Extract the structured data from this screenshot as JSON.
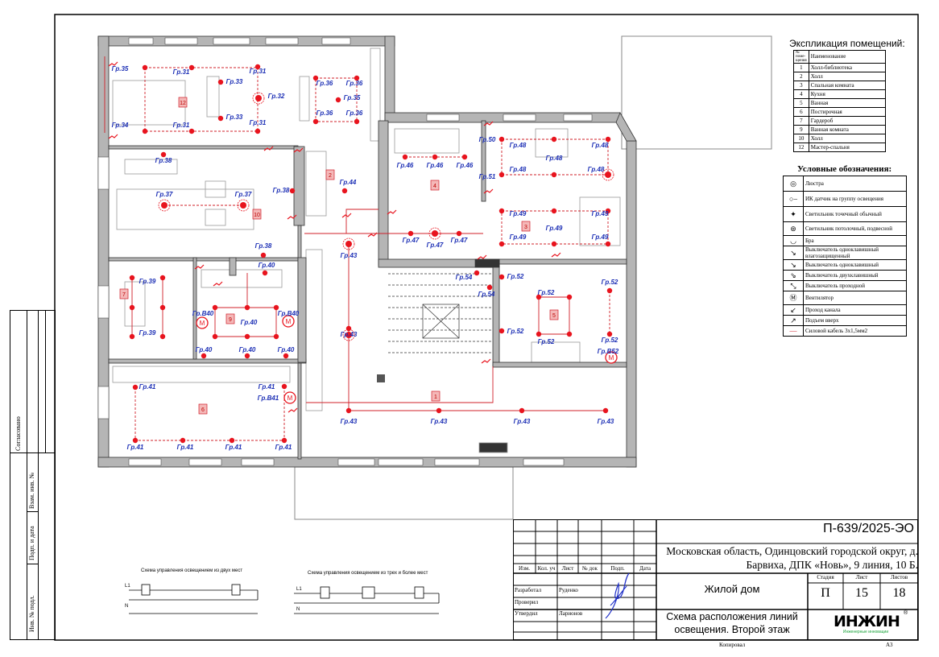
{
  "plan": {
    "room_numbers": [
      "12",
      "10",
      "2",
      "4",
      "3",
      "5",
      "1",
      "7",
      "9",
      "6"
    ],
    "group_labels": [
      "Гр.35",
      "Гр.34",
      "Гр.31",
      "Гр.31",
      "Гр.31",
      "Гр.31",
      "Гр.33",
      "Гр.33",
      "Гр.32",
      "Гр.36",
      "Гр.36",
      "Гр.36",
      "Гр.36",
      "Гр.35",
      "Гр.38",
      "Гр.37",
      "Гр.37",
      "Гр.38",
      "Гр.44",
      "Гр.43",
      "Гр.38",
      "Гр.43",
      "Гр.43",
      "Гр.43",
      "Гр.43",
      "Гр.43",
      "Гр.46",
      "Гр.46",
      "Гр.46",
      "Гр.47",
      "Гр.47",
      "Гр.47",
      "Гр.50",
      "Гр.51",
      "Гр.48",
      "Гр.48",
      "Гр.48",
      "Гр.48",
      "Гр.48",
      "Гр.49",
      "Гр.49",
      "Гр.49",
      "Гр.49",
      "Гр.49",
      "Гр.52",
      "Гр.52",
      "Гр.52",
      "Гр.52",
      "Гр.52",
      "Гр.52",
      "Гр.В52",
      "Гр.54",
      "Гр.54",
      "Гр.39",
      "Гр.39",
      "Гр.40",
      "Гр.В40",
      "Гр.40",
      "Гр.В40",
      "Гр.40",
      "Гр.40",
      "Гр.40",
      "Гр.41",
      "Гр.41",
      "Гр.В41",
      "Гр.41",
      "Гр.41",
      "Гр.41",
      "Гр.41"
    ]
  },
  "explication": {
    "title": "Экспликация помещений:",
    "header_no": "№ поме-щения",
    "header_name": "Наименование",
    "rows": [
      {
        "no": "1",
        "name": "Холл-библиотека"
      },
      {
        "no": "2",
        "name": "Холл"
      },
      {
        "no": "3",
        "name": "Спальная комната"
      },
      {
        "no": "4",
        "name": "Кухня"
      },
      {
        "no": "5",
        "name": "Ванная"
      },
      {
        "no": "6",
        "name": "Постирочная"
      },
      {
        "no": "7",
        "name": "Гардероб"
      },
      {
        "no": "9",
        "name": "Ванная комната"
      },
      {
        "no": "10",
        "name": "Холл"
      },
      {
        "no": "12",
        "name": "Мастер-спальня"
      }
    ]
  },
  "legend": {
    "title": "Условные обозначения:",
    "items": [
      {
        "icon": "chandelier-icon",
        "glyph": "◎",
        "label": "Люстра"
      },
      {
        "icon": "ir-sensor-icon",
        "glyph": "○–",
        "label": "ИК датчик на группу освещения"
      },
      {
        "icon": "spot-light-icon",
        "glyph": "✦",
        "label": "Светильник точечный обычный"
      },
      {
        "icon": "ceiling-light-icon",
        "glyph": "⊛",
        "label": "Светильник потолочный, подвесной"
      },
      {
        "icon": "wall-sconce-icon",
        "glyph": "◡",
        "label": "Бра"
      },
      {
        "icon": "switch-single-sealed-icon",
        "glyph": "↘",
        "label": "Выключатель одноклавишный влагозащищенный"
      },
      {
        "icon": "switch-single-icon",
        "glyph": "↘",
        "label": "Выключатель одноклавишный"
      },
      {
        "icon": "switch-double-icon",
        "glyph": "⇘",
        "label": "Выключатель двухклавишный"
      },
      {
        "icon": "switch-passthrough-icon",
        "glyph": "⤡",
        "label": "Выключатель проходной"
      },
      {
        "icon": "fan-icon",
        "glyph": "Ⓜ",
        "label": "Вентилятор"
      },
      {
        "icon": "floor-pass-icon",
        "glyph": "↙",
        "label": "Проход канала"
      },
      {
        "icon": "riser-up-icon",
        "glyph": "↗",
        "label": "Подъем вверх"
      },
      {
        "icon": "cable-line-icon",
        "glyph": "—",
        "label": "Силовой кабель 3х1,5мм2"
      }
    ]
  },
  "schemes": {
    "two_places": "Схема управления освещением из двух мест",
    "three_places": "Схема управления освещением из трех и более мест",
    "l1": "L1",
    "n": "N"
  },
  "stamp": {
    "agreed": "Согласовано",
    "replace_inv": "Взам. инв. №",
    "sign_date": "Подп. и дата",
    "inv_orig": "Инв. № подл."
  },
  "title_block": {
    "code": "П-639/2025-ЭО",
    "address": "Московская область, Одинцовский городской округ, д. Барвиха, ДПК «Новь», 9 линия, 10 Б.",
    "headers": [
      "Изм.",
      "Кол. уч",
      "Лист",
      "№ док",
      "Подп.",
      "Дата"
    ],
    "roles": [
      {
        "role": "Разработал",
        "name": "Руденко"
      },
      {
        "role": "Проверил",
        "name": ""
      },
      {
        "role": "Утвердил",
        "name": "Ларионов"
      }
    ],
    "object": "Жилой дом",
    "stage_header": "Стадия",
    "sheet_header": "Лист",
    "sheets_header": "Листов",
    "stage": "П",
    "sheet": "15",
    "sheets": "18",
    "drawing_title": "Схема расположения линий освещения. Второй этаж",
    "logo_text": "ИНЖИН",
    "logo_sub": "Инженерные инновации",
    "copied": "Копировал",
    "format": "А3"
  },
  "colors": {
    "wall": "#b5b5b5",
    "wire": "#d0202a",
    "label": "#1c2fb5",
    "logo": "#1aa33a"
  }
}
